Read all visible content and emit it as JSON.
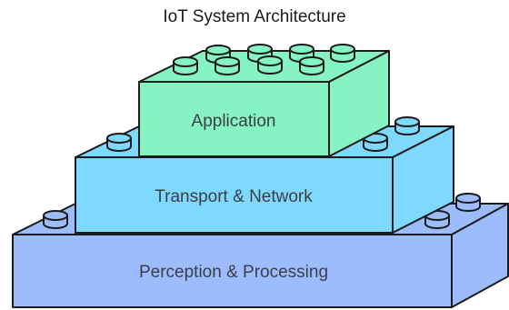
{
  "title": "IoT System Architecture",
  "layers": [
    {
      "label": "Application",
      "front": "#86f3c3",
      "top": "#86f3c3",
      "side": "#86f3c3"
    },
    {
      "label": "Transport & Network",
      "front": "#7fd8fd",
      "top": "#7fd8fd",
      "side": "#7fd8fd"
    },
    {
      "label": "Perception & Processing",
      "front": "#9dbcfd",
      "top": "#9dbcfd",
      "side": "#9dbcfd"
    }
  ],
  "stroke_color": "#1b1b1b"
}
